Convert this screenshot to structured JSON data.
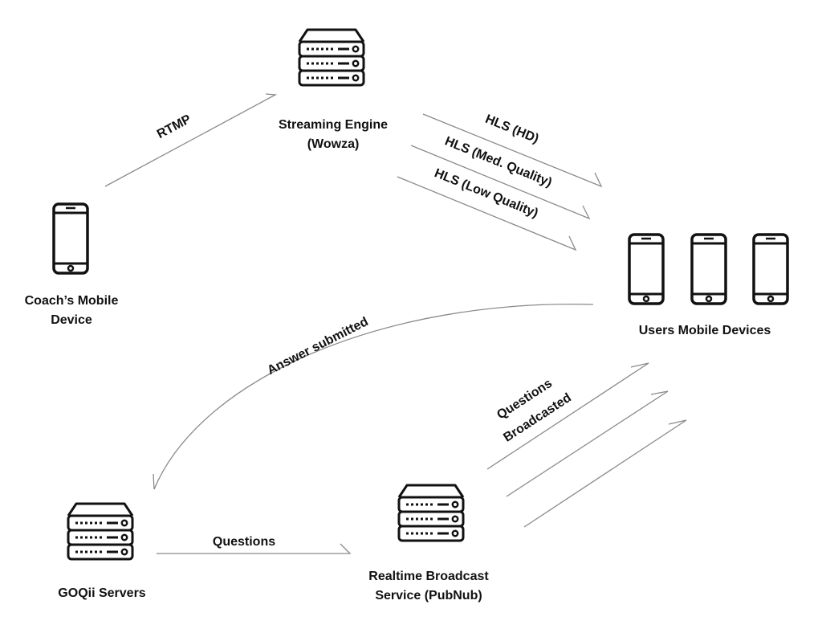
{
  "nodes": {
    "coach": {
      "line1": "Coach’s Mobile",
      "line2": "Device",
      "icon": "smartphone-icon"
    },
    "streaming": {
      "line1": "Streaming Engine",
      "line2": "(Wowza)",
      "icon": "server-icon"
    },
    "users": {
      "line1": "Users Mobile Devices",
      "icon": "smartphone-icon"
    },
    "goqii": {
      "line1": "GOQii Servers",
      "icon": "server-icon"
    },
    "pubnub": {
      "line1": "Realtime Broadcast",
      "line2": "Service (PubNub)",
      "icon": "server-icon"
    }
  },
  "edges": {
    "rtmp": "RTMP",
    "hls_hd": "HLS (HD)",
    "hls_med": "HLS (Med. Quality)",
    "hls_low": "HLS (Low Quality)",
    "answer": "Answer submitted",
    "questions": "Questions",
    "broadcast_line1": "Questions",
    "broadcast_line2": "Broadcasted"
  },
  "colors": {
    "line": "#8a8a8a",
    "icon": "#111111",
    "text": "#111111"
  }
}
